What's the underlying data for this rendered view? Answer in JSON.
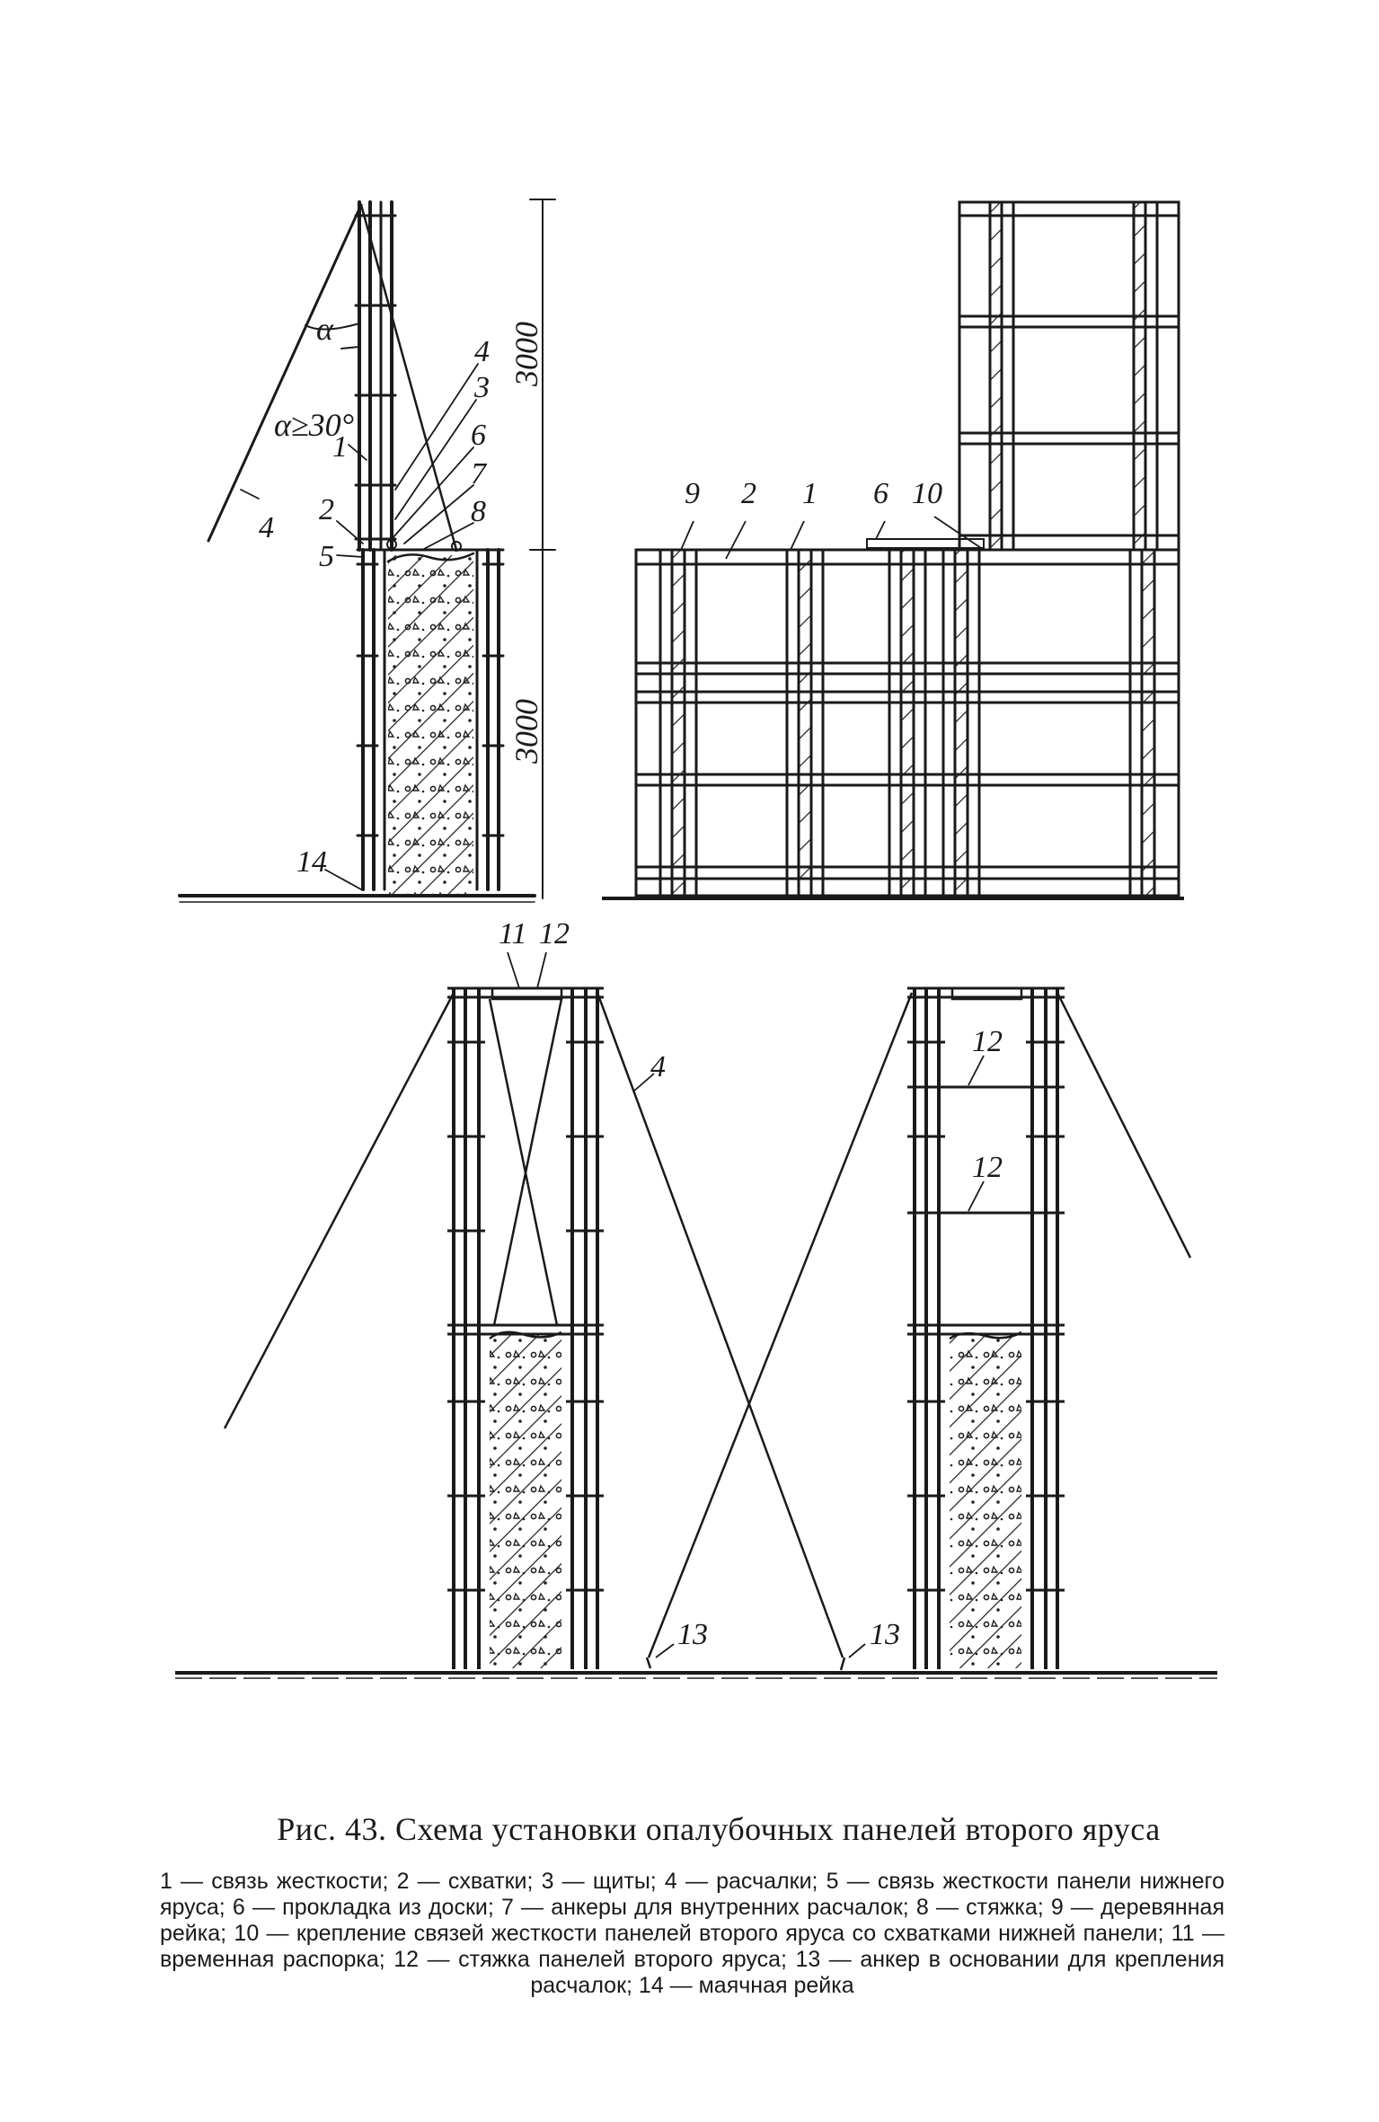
{
  "caption": {
    "title": "Рис. 43. Схема установки опалубочных панелей второго яруса",
    "legend": "1 — связь жесткости; 2 — схватки; 3 — щиты; 4 — расчалки; 5 — связь жесткости панели нижнего яруса; 6 — прокладка из доски; 7 — анкеры для внутренних расчалок; 8 — стяжка; 9 — деревянная рейка; 10 — крепление связей жесткости панелей второго яруса со схватками нижней панели; 11 — временная распорка; 12 — стяжка панелей второго яруса; 13 — анкер в основании для крепления расчалок; 14 — маячная рейка"
  },
  "top_left_view": {
    "angle_symbol": "α",
    "angle_condition": "α≥30°",
    "dim_upper": "3000",
    "dim_lower": "3000",
    "callouts": [
      "4",
      "3",
      "6",
      "7",
      "8",
      "1",
      "2",
      "5",
      "4",
      "14"
    ]
  },
  "top_right_view": {
    "callouts": [
      "9",
      "2",
      "1",
      "6",
      "10"
    ]
  },
  "bottom_left_view": {
    "callouts": [
      "11",
      "12",
      "4",
      "13"
    ]
  },
  "bottom_right_view": {
    "callouts": [
      "12",
      "12",
      "13"
    ]
  }
}
